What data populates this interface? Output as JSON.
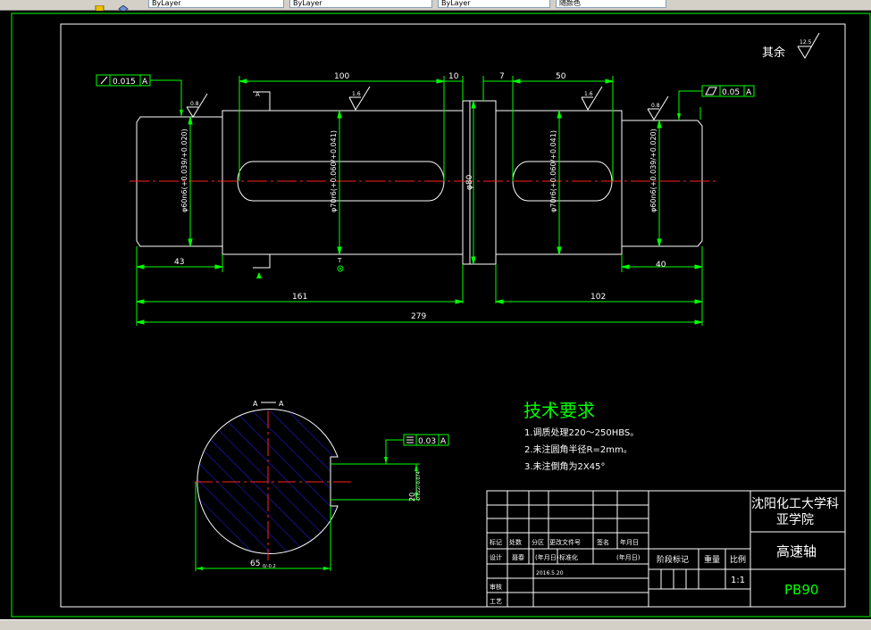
{
  "toolbar": {
    "fields": [
      "ByLayer",
      "ByLayer",
      "ByLayer",
      "随颜色"
    ]
  },
  "drawing": {
    "roughness_note": "其余",
    "roughness_default": "12.5",
    "shaft": {
      "dim_100": "100",
      "dim_10": "10",
      "dim_7": "7",
      "dim_50": "50",
      "dim_43": "43",
      "dim_40": "40",
      "dim_161": "161",
      "dim_102": "102",
      "dim_279": "279",
      "dia_left": "φ60n6(+0.039/+0.020)",
      "dia_key1": "φ70r6(+0.060/+0.041)",
      "dia_collar": "φ80",
      "dia_key2": "φ70r6(+0.060/+0.041)",
      "dia_right": "φ60n6(+0.039/+0.020)",
      "rough_08a": "0.8",
      "rough_16a": "1.6",
      "rough_16b": "1.6",
      "rough_08b": "0.8",
      "tol_left_value": "0.015",
      "tol_left_datum": "A",
      "tol_right_value": "0.05",
      "tol_right_datum": "A",
      "section_mark": "A"
    },
    "section": {
      "title_a1": "A",
      "title_a2": "A",
      "dim_65": "65",
      "dim_65_tol": "0/-0.2",
      "dim_20": "20",
      "dim_20_tol": "-0.022/-0.074",
      "sym_value": "0.03",
      "sym_datum": "A"
    },
    "tech": {
      "title": "技术要求",
      "items": [
        "1.调质处理220～250HBS。",
        "2.未注圆角半径R=2mm。",
        "3.未注倒角为2X45°"
      ]
    },
    "title_block": {
      "school_line1": "沈阳化工大学科",
      "school_line2": "亚学院",
      "part_name": "高速轴",
      "drawing_no": "PB90",
      "mark": "标记",
      "count": "处数",
      "zone": "分区",
      "change_doc": "更改文件号",
      "sign": "签名",
      "date": "年月日",
      "design": "设计",
      "design_name": "聂春",
      "design_date": "(年月日)",
      "standardize": "标准化",
      "standardize_date": "(年月日)",
      "date_value": "2016.5.20",
      "stage_mark": "阶段标记",
      "weight": "重量",
      "scale_label": "比例",
      "scale": "1:1",
      "review": "审核",
      "process": "工艺"
    }
  }
}
